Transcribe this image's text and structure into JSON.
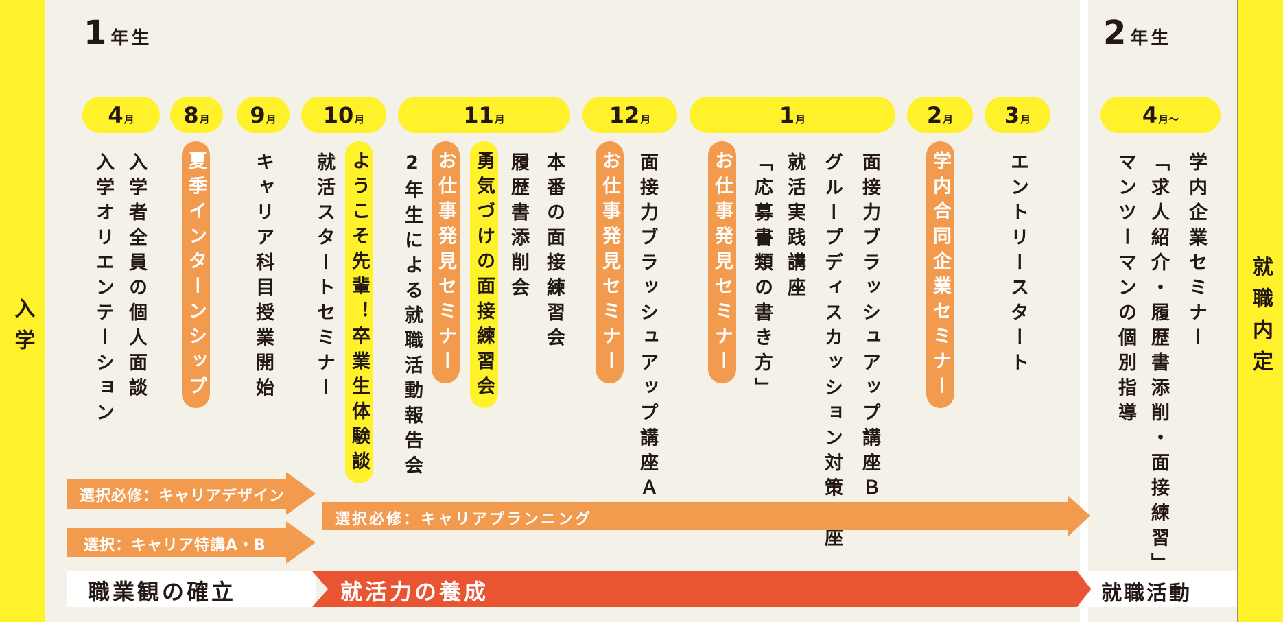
{
  "colors": {
    "background": "#f4f1e8",
    "yellow": "#fff22a",
    "orange": "#f29a4e",
    "red": "#e95532",
    "text": "#231815",
    "white": "#ffffff"
  },
  "side": {
    "start_label": "入学",
    "end_label": "就職内定"
  },
  "years": [
    {
      "num": "1",
      "suffix": "年生"
    },
    {
      "num": "2",
      "suffix": "年生"
    }
  ],
  "months": [
    {
      "num": "4",
      "suffix": "月"
    },
    {
      "num": "8",
      "suffix": "月"
    },
    {
      "num": "9",
      "suffix": "月"
    },
    {
      "num": "10",
      "suffix": "月"
    },
    {
      "num": "11",
      "suffix": "月"
    },
    {
      "num": "12",
      "suffix": "月"
    },
    {
      "num": "1",
      "suffix": "月"
    },
    {
      "num": "2",
      "suffix": "月"
    },
    {
      "num": "3",
      "suffix": "月"
    },
    {
      "num": "4",
      "suffix": "月〜"
    }
  ],
  "events": {
    "apr_orientation": "入学オリエンテーション",
    "apr_interview": "入学者全員の個人面談",
    "aug_internship": "夏季インターンシップ",
    "sep_career_class": "キャリア科目授業開始",
    "oct_start_seminar": "就活スタートセミナー",
    "oct_alumni": "ようこそ先輩！卒業生体験談",
    "nov_report": "2年生による就職活動報告会",
    "nov_job_seminar": "お仕事発見セミナー",
    "nov_mock_interview": "勇気づけの面接練習会",
    "nov_resume": "履歴書添削会",
    "nov_real_interview": "本番の面接練習会",
    "dec_job_seminar": "お仕事発見セミナー",
    "dec_brushup_a": "面接力ブラッシュアップ講座Ａ",
    "jan_job_seminar": "お仕事発見セミナー",
    "jan_documents": "「応募書類の書き方」",
    "jan_practice": "就活実践講座",
    "jan_group_discussion": "グループディスカッション対策講座",
    "jan_brushup_b": "面接力ブラッシュアップ講座Ｂ",
    "feb_joint_seminar": "学内合同企業セミナー",
    "mar_entry": "エントリースタート",
    "y2_one_on_one": "マンツーマンの個別指導",
    "y2_support": "「求人紹介・履歴書添削・面接練習」",
    "y2_company_seminar": "学内企業セミナー"
  },
  "courses": {
    "career_design": "選択必修：キャリアデザイン",
    "career_special": "選択：キャリア特講A・B",
    "career_planning": "選択必修：キャリアプランニング"
  },
  "phases": {
    "phase1": "職業観の確立",
    "phase2": "就活力の養成",
    "phase3": "就職活動"
  }
}
